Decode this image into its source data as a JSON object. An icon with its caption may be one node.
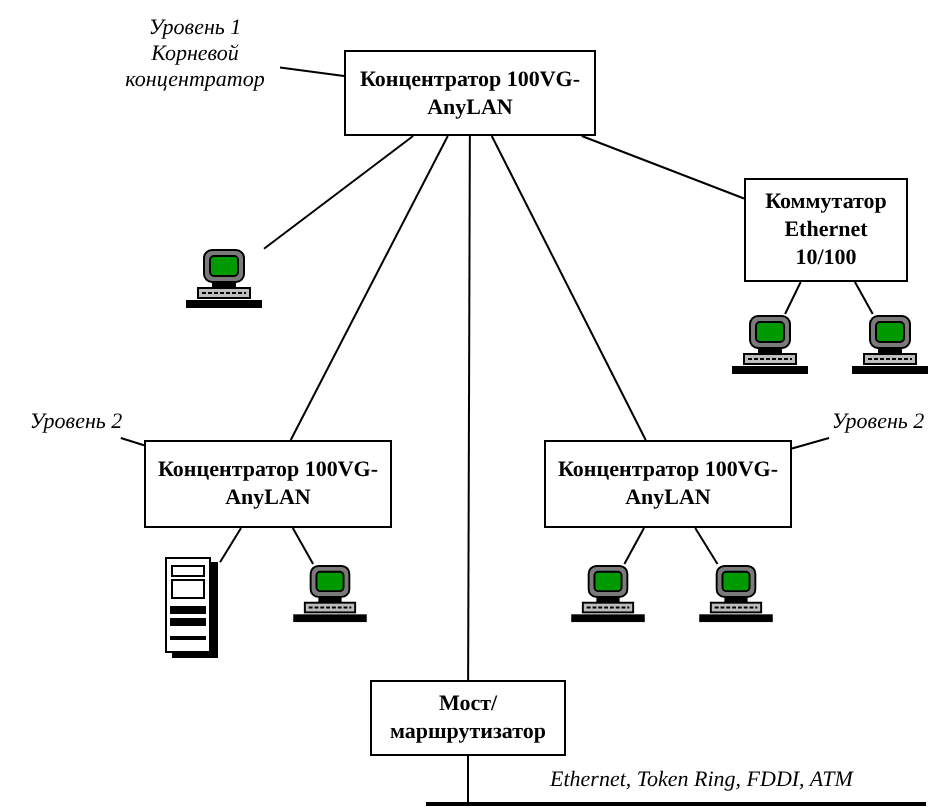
{
  "diagram": {
    "nodes": [
      {
        "text": [
          "Концентратор 100VG-AnyLAN"
        ]
      },
      {
        "text": [
          "Уровень 1 Корневой концентратор"
        ]
      },
      {
        "text": [],
        "shape": "computer"
      },
      {
        "text": [
          "Коммутатор Ethernet 10/100"
        ]
      },
      {
        "text": [],
        "shape": "computer"
      },
      {
        "text": [],
        "shape": "computer"
      },
      {
        "text": [
          "Концентратор 100VG-AnyLAN"
        ]
      },
      {
        "text": [
          "Уровень 2"
        ]
      },
      {
        "text": [],
        "shape": "server"
      },
      {
        "text": [],
        "shape": "computer"
      },
      {
        "text": [
          "Концентратор 100VG-AnyLAN"
        ]
      },
      {
        "text": [
          "Уровень 2"
        ]
      },
      {
        "text": [],
        "shape": "computer"
      },
      {
        "text": [],
        "shape": "computer"
      },
      {
        "text": [
          "Мост/ маршрутизатор"
        ]
      },
      {
        "text": [],
        "shape": "bar",
        "beside": [
          "Ethernet, Token Ring, FDDI, ATM"
        ]
      }
    ],
    "edges": [
      {
        "from": 1,
        "to": 0,
        "arrow": "none"
      },
      {
        "from": 0,
        "to": 2,
        "arrow": "none"
      },
      {
        "from": 0,
        "to": 6,
        "arrow": "none"
      },
      {
        "from": 0,
        "to": 14,
        "arrow": "none"
      },
      {
        "from": 0,
        "to": 10,
        "arrow": "none"
      },
      {
        "from": 0,
        "to": 3,
        "arrow": "none"
      },
      {
        "from": 3,
        "to": 4,
        "arrow": "none"
      },
      {
        "from": 3,
        "to": 5,
        "arrow": "none"
      },
      {
        "from": 7,
        "to": 6,
        "arrow": "none"
      },
      {
        "from": 6,
        "to": 8,
        "arrow": "none"
      },
      {
        "from": 6,
        "to": 9,
        "arrow": "none"
      },
      {
        "from": 11,
        "to": 10,
        "arrow": "none"
      },
      {
        "from": 10,
        "to": 12,
        "arrow": "none"
      },
      {
        "from": 10,
        "to": 13,
        "arrow": "none"
      },
      {
        "from": 14,
        "to": 15,
        "arrow": "none"
      }
    ]
  }
}
